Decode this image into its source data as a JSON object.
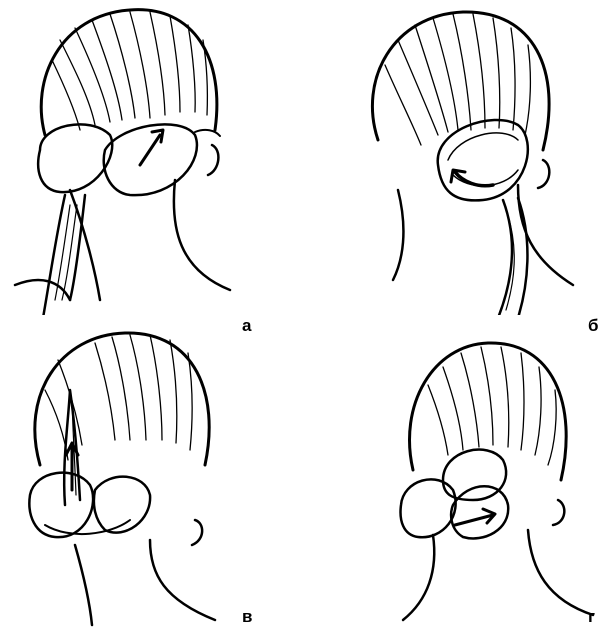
{
  "figure": {
    "panels": [
      {
        "id": "a",
        "label": "а"
      },
      {
        "id": "b",
        "label": "б"
      },
      {
        "id": "v",
        "label": "в"
      },
      {
        "id": "g",
        "label": "г"
      }
    ]
  },
  "colors": {
    "ink": "#000000",
    "paper": "#ffffff"
  }
}
